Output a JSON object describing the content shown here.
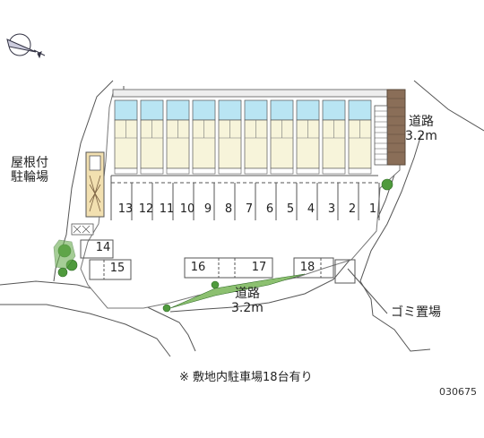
{
  "labels": {
    "road_top_line1": "道路",
    "road_top_line2": "3.2m",
    "road_bottom_line1": "道路",
    "road_bottom_line2": "3.2m",
    "bike_line1": "屋根付",
    "bike_line2": "駐輪場",
    "trash": "ゴミ置場",
    "note": "※ 敷地内駐車場18台有り",
    "code": "030675"
  },
  "stalls_row": [
    "13",
    "12",
    "11",
    "10",
    "9",
    "8",
    "7",
    "6",
    "5",
    "4",
    "3",
    "2",
    "1"
  ],
  "slots": {
    "s14": "14",
    "s15": "15",
    "s16": "16",
    "s17": "17",
    "s18": "18"
  },
  "building": {
    "units": 10
  },
  "colors": {
    "road": "#ffffff",
    "site_line": "#555555",
    "unit_fill": "#f7f4da",
    "stair_fill": "#b9e5f3",
    "brick": "#8a6e58",
    "bike_fill": "#f2e0b0",
    "tree": "#4f9a3d"
  }
}
